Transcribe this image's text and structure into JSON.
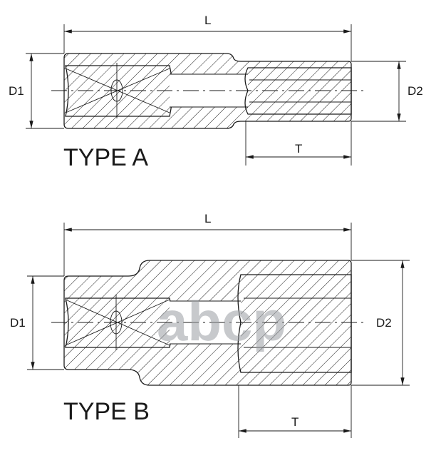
{
  "type_a": {
    "title": "TYPE A",
    "dim_length": "L",
    "dim_d1": "D1",
    "dim_d2": "D2",
    "dim_t": "T"
  },
  "type_b": {
    "title": "TYPE B",
    "dim_length": "L",
    "dim_d1": "D1",
    "dim_d2": "D2",
    "dim_t": "T"
  },
  "watermark": "abcp",
  "colors": {
    "line": "#1a1a1a",
    "watermark": "#9a9ea3"
  }
}
